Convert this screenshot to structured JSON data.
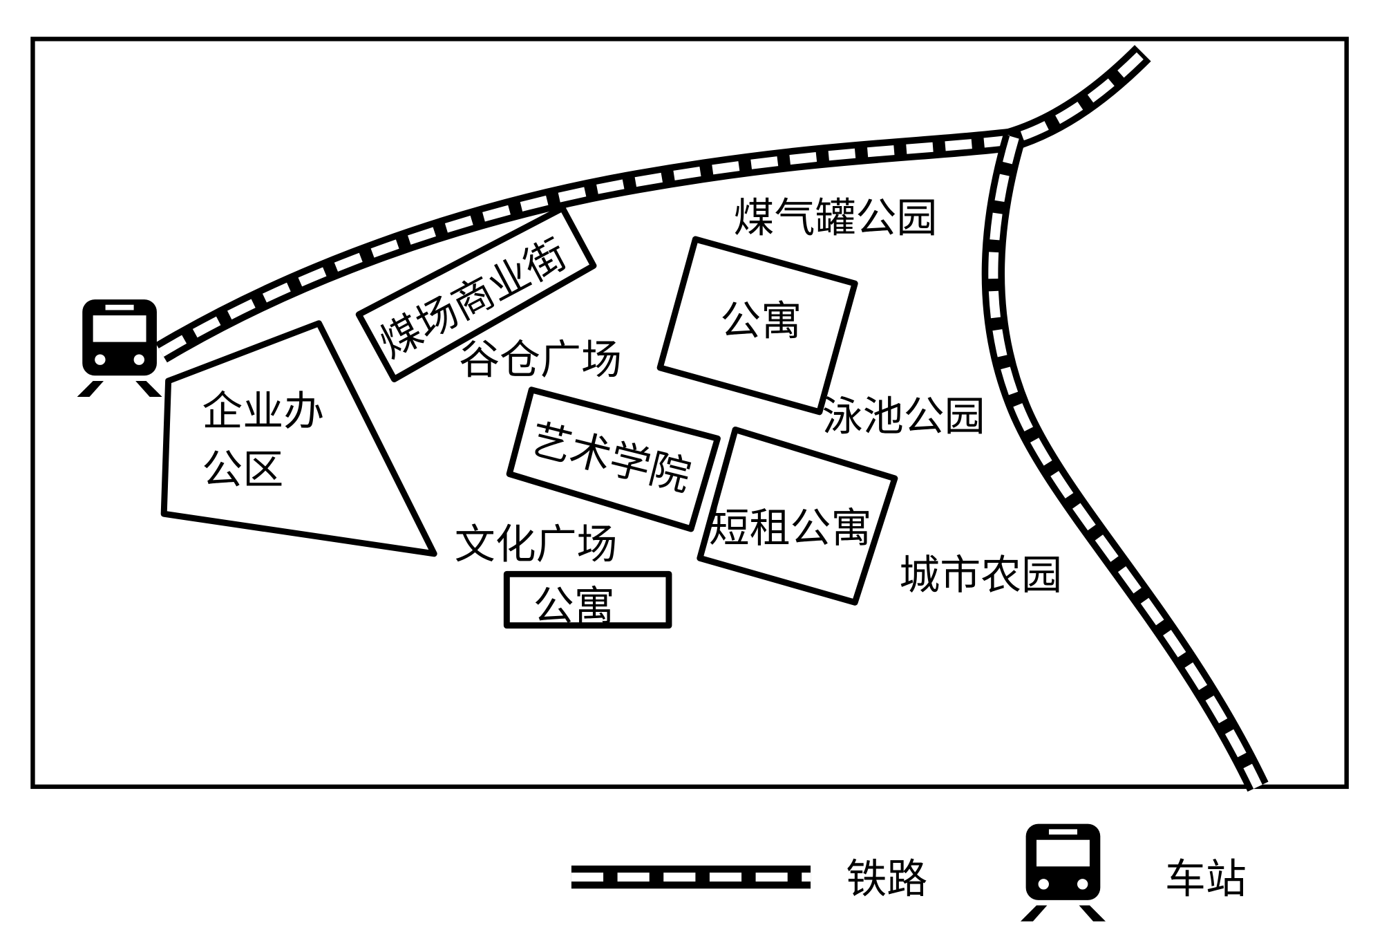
{
  "map": {
    "labels": {
      "gas_tank_park": "煤气罐公园",
      "granary_square": "谷仓广场",
      "pool_park": "泳池公园",
      "culture_square": "文化广场",
      "urban_farm": "城市农园"
    },
    "buildings": {
      "office_line1": "企业办",
      "office_line2": "公区",
      "coalyard_street": "煤场商业街",
      "apartment_top": "公寓",
      "art_academy": "艺术学院",
      "short_rent": "短租公寓",
      "apartment_bottom": "公寓"
    }
  },
  "legend": {
    "railway": "铁路",
    "station": "车站"
  },
  "colors": {
    "ink": "#000000",
    "paper": "#ffffff"
  }
}
